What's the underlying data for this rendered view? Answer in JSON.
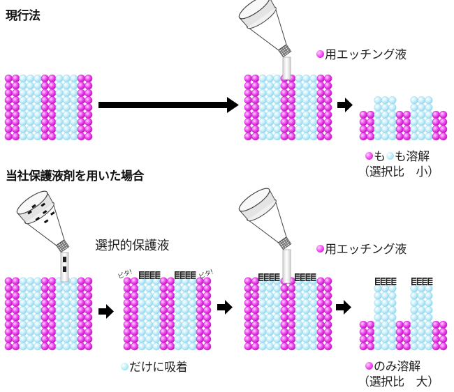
{
  "colors": {
    "material_a": "#ee44ee",
    "material_b": "#bdeefa",
    "arrow": "#000000",
    "protective_molecule": "#222222"
  },
  "section_current": {
    "heading": "現行法",
    "etchant_label": "用エッチング液",
    "result_line1_mid": "も",
    "result_line1_end": "も溶解",
    "result_line2": "（選択比　小）",
    "selectivity_word": "小"
  },
  "section_ours": {
    "heading": "当社保護液剤を用いた場合",
    "protect_liquid_label": "選択的保護液",
    "adsorb_label": "だけに吸着",
    "piyo_left": "ピタ!",
    "piyo_right": "ピタ!",
    "etchant_label": "用エッチング液",
    "result_line1": "のみ溶解",
    "result_line2": "（選択比　大）"
  },
  "legend_icons": {
    "material_a_icon": "magenta-sphere",
    "material_b_icon": "cyan-sphere"
  }
}
